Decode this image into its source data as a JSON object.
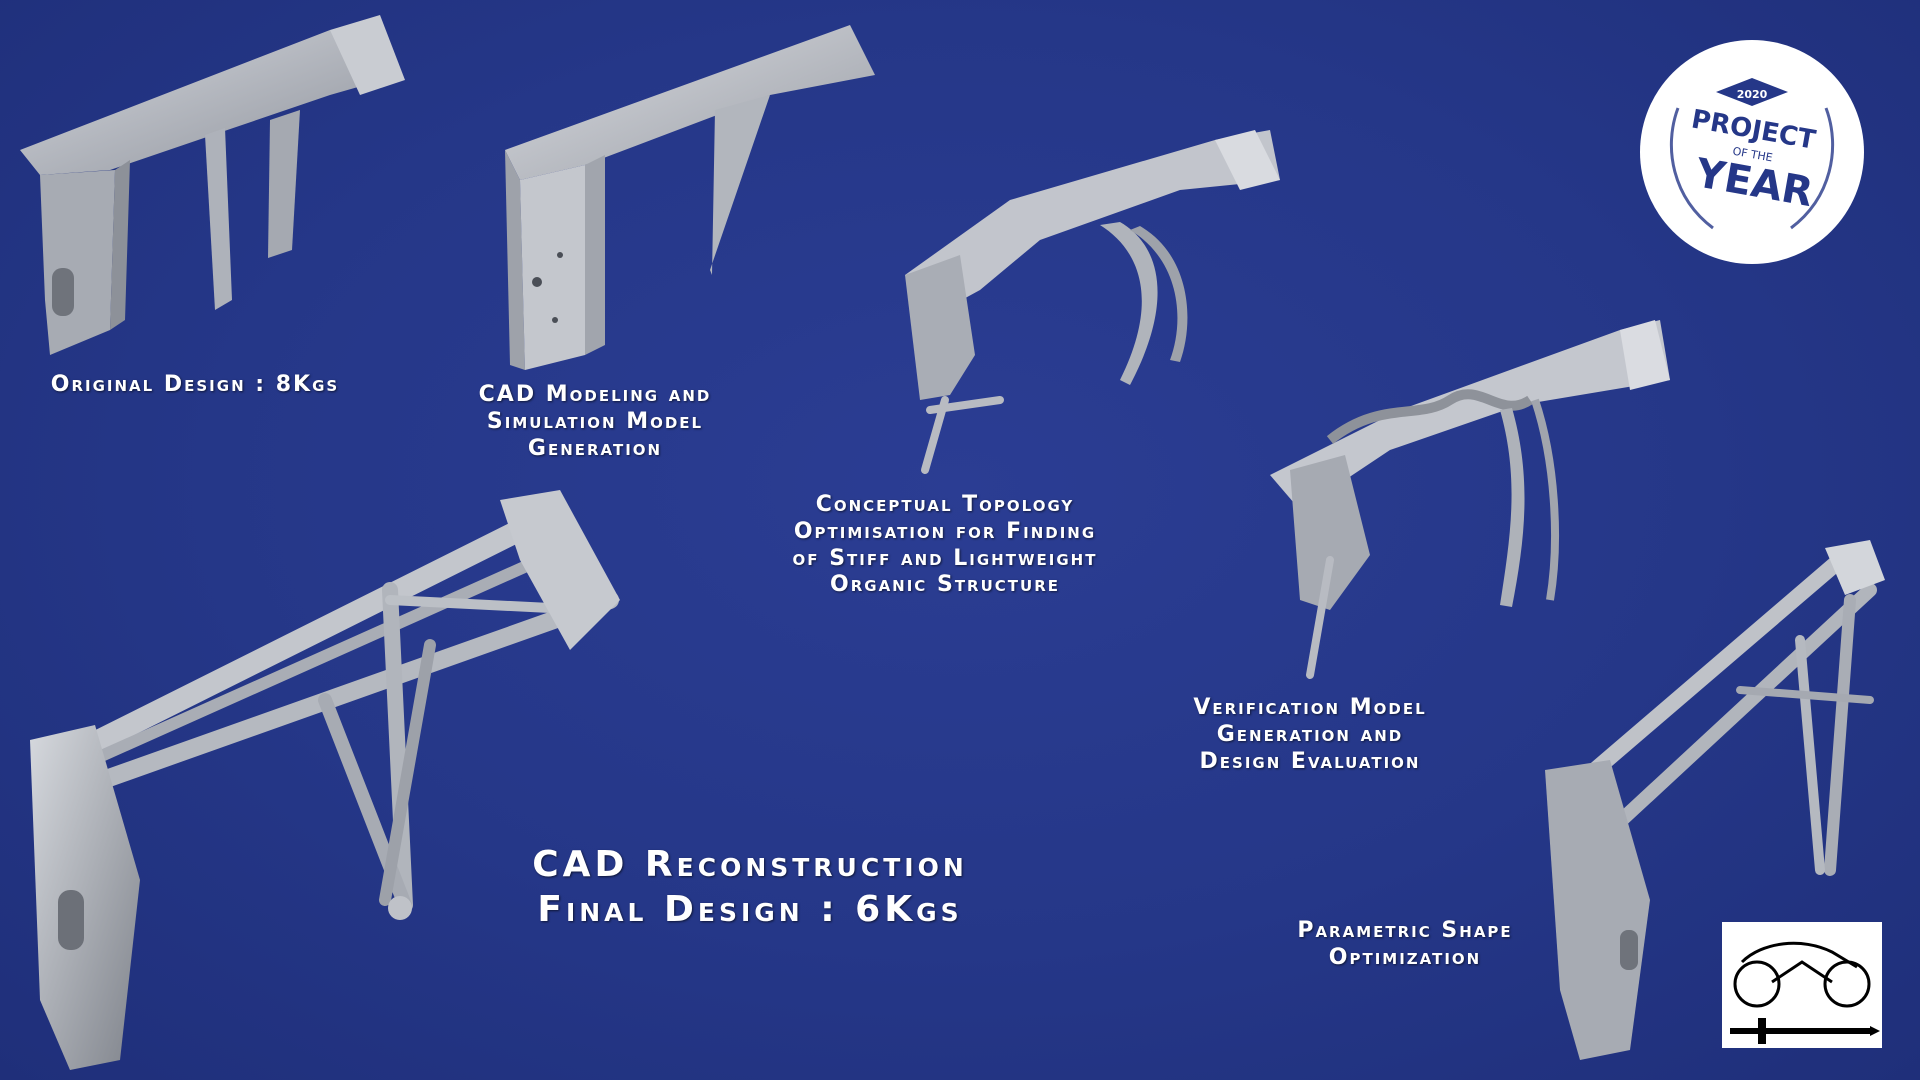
{
  "colors": {
    "background": "#253788",
    "metal": "#b8bcc4",
    "label_text": "#ffffff",
    "badge_text": "#253788"
  },
  "stages": [
    {
      "lines": [
        "Original Design : 8Kgs"
      ]
    },
    {
      "lines": [
        "CAD Modeling and",
        "Simulation Model",
        "Generation"
      ]
    },
    {
      "lines": [
        "Conceptual Topology",
        "Optimisation for Finding",
        "of Stiff and Lightweight",
        "Organic Structure"
      ]
    },
    {
      "lines": [
        "Verification Model",
        "Generation and",
        "Design Evaluation"
      ]
    },
    {
      "lines": [
        "Parametric Shape",
        "Optimization"
      ]
    }
  ],
  "final": {
    "lines": [
      "CAD Reconstruction",
      "Final Design : 6Kgs"
    ]
  },
  "badge": {
    "year": "2020",
    "top": "PROJECT",
    "middle": "OF THE",
    "bottom": "YEAR"
  },
  "icons": [
    "motorcycle-icon",
    "sword-icon"
  ]
}
